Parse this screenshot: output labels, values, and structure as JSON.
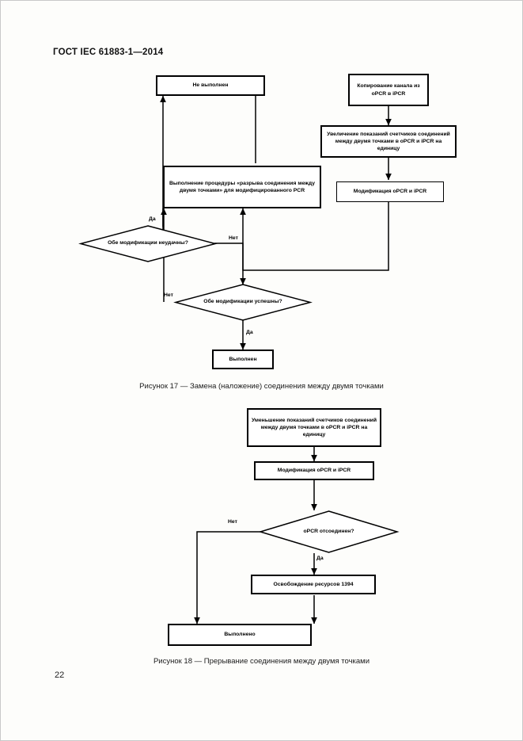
{
  "document": {
    "header": "ГОСТ IEC 61883-1—2014",
    "page_number": "22"
  },
  "figure17": {
    "caption": "Рисунок 17 — Замена (наложение) соединения между двумя точками",
    "nodes": {
      "not_done": "Не выполнен",
      "copy_channel": "Копирование канала из oPCR в iPCR",
      "increase_counters": "Увеличение показаний счетчиков соединений между двумя точками в oPCR и iPCR на единицу",
      "modify_pcr": "Модификация oPCR и iPCR",
      "break_procedure": "Выполнение процедуры «разрыва соединения между двумя точками» для модифицированного PCR",
      "both_failed": "Обе модификации неудачны?",
      "both_success": "Обе модификации успешны?",
      "done": "Выполнен"
    },
    "edges": {
      "failed_yes": "Да",
      "failed_no": "Нет",
      "success_no": "Нет",
      "success_yes": "Да"
    }
  },
  "figure18": {
    "caption": "Рисунок 18 — Прерывание соединения между двумя точками",
    "nodes": {
      "decrease_counters": "Уменьшение показаний счетчиков соединений между двумя точками в oPCR и iPCR на единицу",
      "modify_pcr": "Модификация oPCR и iPCR",
      "opcr_disconnected": "oPCR отсоединен?",
      "release_resources": "Освобождение ресурсов 1394",
      "done": "Выполнено"
    },
    "edges": {
      "disconnected_no": "Нет",
      "disconnected_yes": "Да"
    }
  }
}
